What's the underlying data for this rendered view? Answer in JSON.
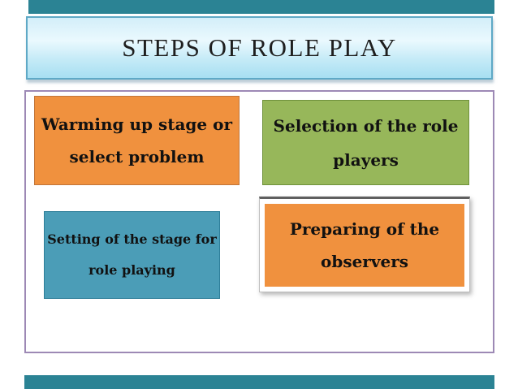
{
  "slide": {
    "title": "STEPS OF ROLE PLAY",
    "boxes": [
      {
        "id": "warming-up",
        "line1": "Warming up stage or",
        "line2": "select problem",
        "fill": "#f0913e",
        "border": "#c2763a"
      },
      {
        "id": "role-players",
        "line1": "Selection of the role",
        "line2": "players",
        "fill": "#97b75a",
        "border": "#70923c"
      },
      {
        "id": "setting-stage",
        "line1": "Setting of the stage for",
        "line2": "role playing",
        "fill": "#4b9db7",
        "border": "#2e7e99"
      },
      {
        "id": "observers",
        "line1": "Preparing of the",
        "line2": "observers",
        "fill": "#f0913e",
        "border": "#bfbfbf"
      }
    ],
    "colors": {
      "accent_bar": "#2b8394",
      "title_border": "#5fa9c6",
      "title_gradient_top": "#d3eef9",
      "title_gradient_bottom": "#a7dff2",
      "panel_border": "#9d89b5",
      "text": "#111111"
    }
  }
}
